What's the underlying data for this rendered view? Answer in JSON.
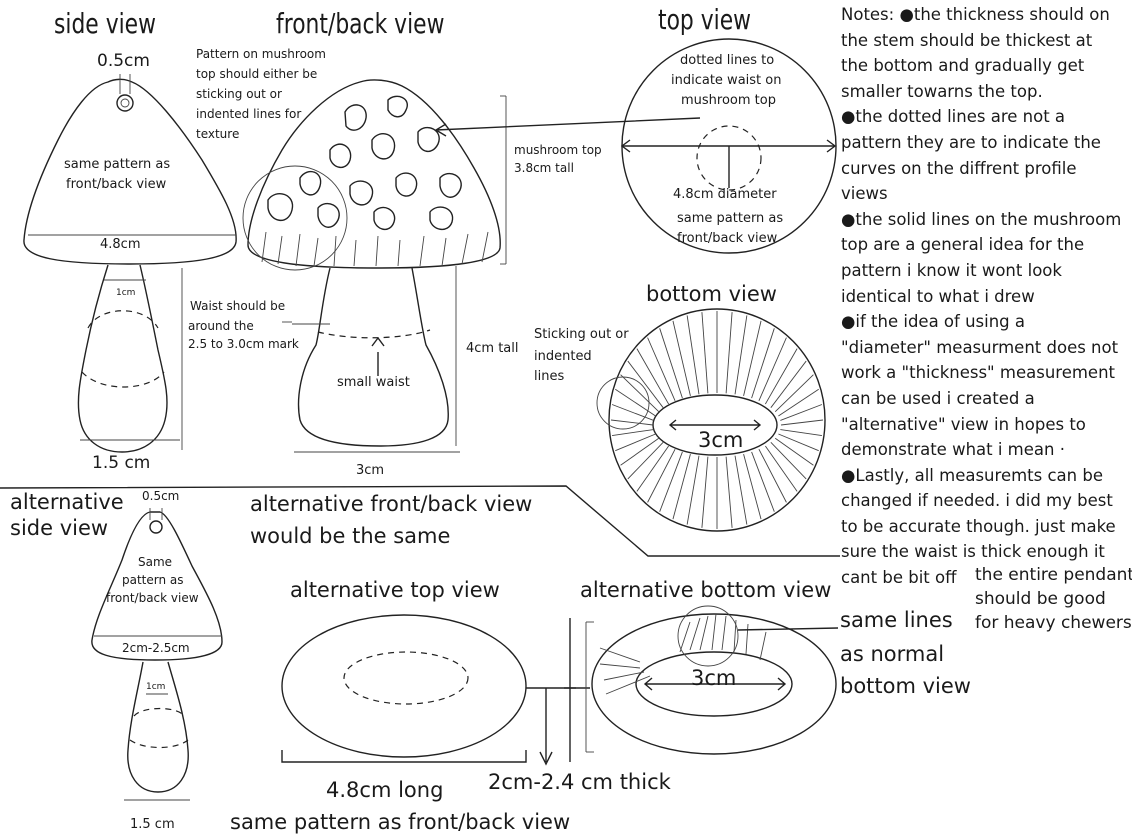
{
  "titles": {
    "side_view": "side view",
    "front_back_view": "front/back view",
    "top_view": "top view",
    "bottom_view": "bottom view",
    "alt_side_view_1": "alternative",
    "alt_side_view_2": "side view",
    "alt_front_back_1": "alternative front/back view",
    "alt_front_back_2": "would be the same",
    "alt_top_view": "alternative top view",
    "alt_bottom_view": "alternative bottom view"
  },
  "side_view": {
    "hole_size": "0.5cm",
    "pattern_1": "same pattern as",
    "pattern_2": "front/back view",
    "cap_width": "4.8cm",
    "stem_top": "1cm",
    "stem_width": "1.5 cm"
  },
  "front_view": {
    "pattern_note": [
      "Pattern on mushroom",
      "top should either be",
      "sticking out or",
      "indented lines for",
      "texture"
    ],
    "cap_height_1": "mushroom top",
    "cap_height_2": "3.8cm tall",
    "waist_note": [
      "Waist should be",
      "around the",
      "2.5 to 3.0cm mark"
    ],
    "small_waist": "small waist",
    "stem_height": "4cm tall",
    "stem_width": "3cm"
  },
  "top_view": {
    "note": [
      "dotted lines to",
      "indicate waist on",
      "mushroom top"
    ],
    "diameter": "4.8cm diameter",
    "pattern_1": "same pattern as",
    "pattern_2": "front/back view"
  },
  "bottom_view": {
    "note": [
      "Sticking out or",
      "indented",
      "lines"
    ],
    "inner": "3cm"
  },
  "notes": [
    "Notes: ●the thickness should on",
    "the stem should be thickest at",
    "the bottom and gradually get",
    "smaller towarns the top.",
    "●the dotted lines are not a",
    "pattern they are to indicate the",
    "curves on the diffrent profile",
    "views",
    "●the solid lines on the mushroom",
    "top are a general idea for the",
    "pattern i know it wont look",
    "identical to what i drew",
    "●if the idea of using a",
    "\"diameter\" measurment does not",
    "work a \"thickness\" measurement",
    "can be used i created a",
    "\"alternative\" view in hopes to",
    "demonstrate what i mean ·",
    "●Lastly, all measuremts can be",
    "changed if needed. i did my best",
    "to be accurate though. just make",
    "sure the waist is thick enough it",
    "cant be bit off"
  ],
  "notes_tail": [
    "the entire pendant",
    "should be good",
    "for heavy chewers"
  ],
  "alt_side": {
    "hole_size": "0.5cm",
    "pattern": [
      "Same",
      "pattern as",
      "front/back view"
    ],
    "cap_width": "2cm-2.5cm",
    "stem_top": "1cm",
    "stem_width": "1.5 cm"
  },
  "alt_top": {
    "length": "4.8cm long",
    "thickness": "2cm-2.4 cm thick",
    "pattern": "same pattern as front/back view"
  },
  "alt_bottom": {
    "inner": "3cm",
    "note": [
      "same lines",
      "as normal",
      "bottom view"
    ]
  }
}
